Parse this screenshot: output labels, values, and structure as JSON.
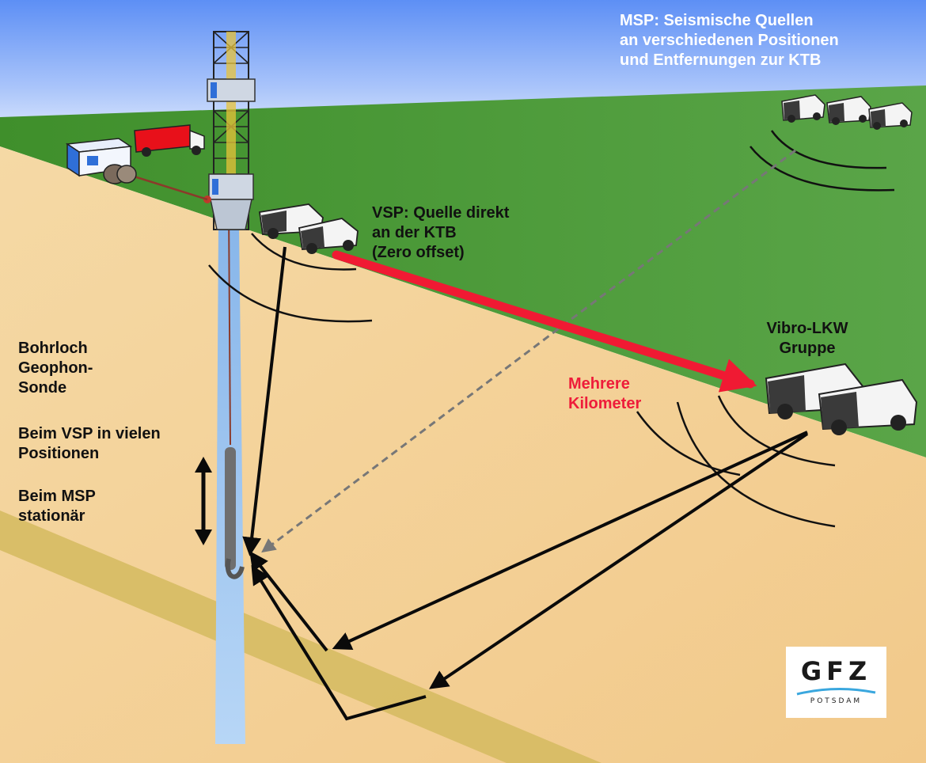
{
  "labels": {
    "msp": [
      "MSP: Seismische Quellen",
      "an verschiedenen Positionen",
      "und Entfernungen zur KTB"
    ],
    "vsp": [
      "VSP: Quelle direkt",
      "an der KTB",
      "(Zero offset)"
    ],
    "vibro": [
      "Vibro-LKW",
      "Gruppe"
    ],
    "distance": [
      "Mehrere",
      "Kilometer"
    ],
    "sonde": [
      "Bohrloch",
      "Geophon-",
      "Sonde"
    ],
    "vsp_positions": [
      "Beim VSP in vielen",
      "Positionen"
    ],
    "msp_stationary": [
      "Beim MSP",
      "stationär"
    ]
  },
  "logo": {
    "name": "GFZ",
    "city": "POTSDAM"
  },
  "colors": {
    "sky": "#5d8ff5",
    "grass": "#4f9a3a",
    "soil": "#f6d49a",
    "layer": "#d4b860",
    "borehole": "#9cc4ef",
    "red_arrow": "#f01a33",
    "text_red": "#ee1c3a",
    "truck_red": "#e8101a",
    "container_blue": "#2f6fd8"
  },
  "icons": [
    "drilling-rig-icon",
    "vibro-truck-icon",
    "red-truck-icon",
    "site-container-icon",
    "cable-reel-icon",
    "geophone-probe-icon"
  ]
}
